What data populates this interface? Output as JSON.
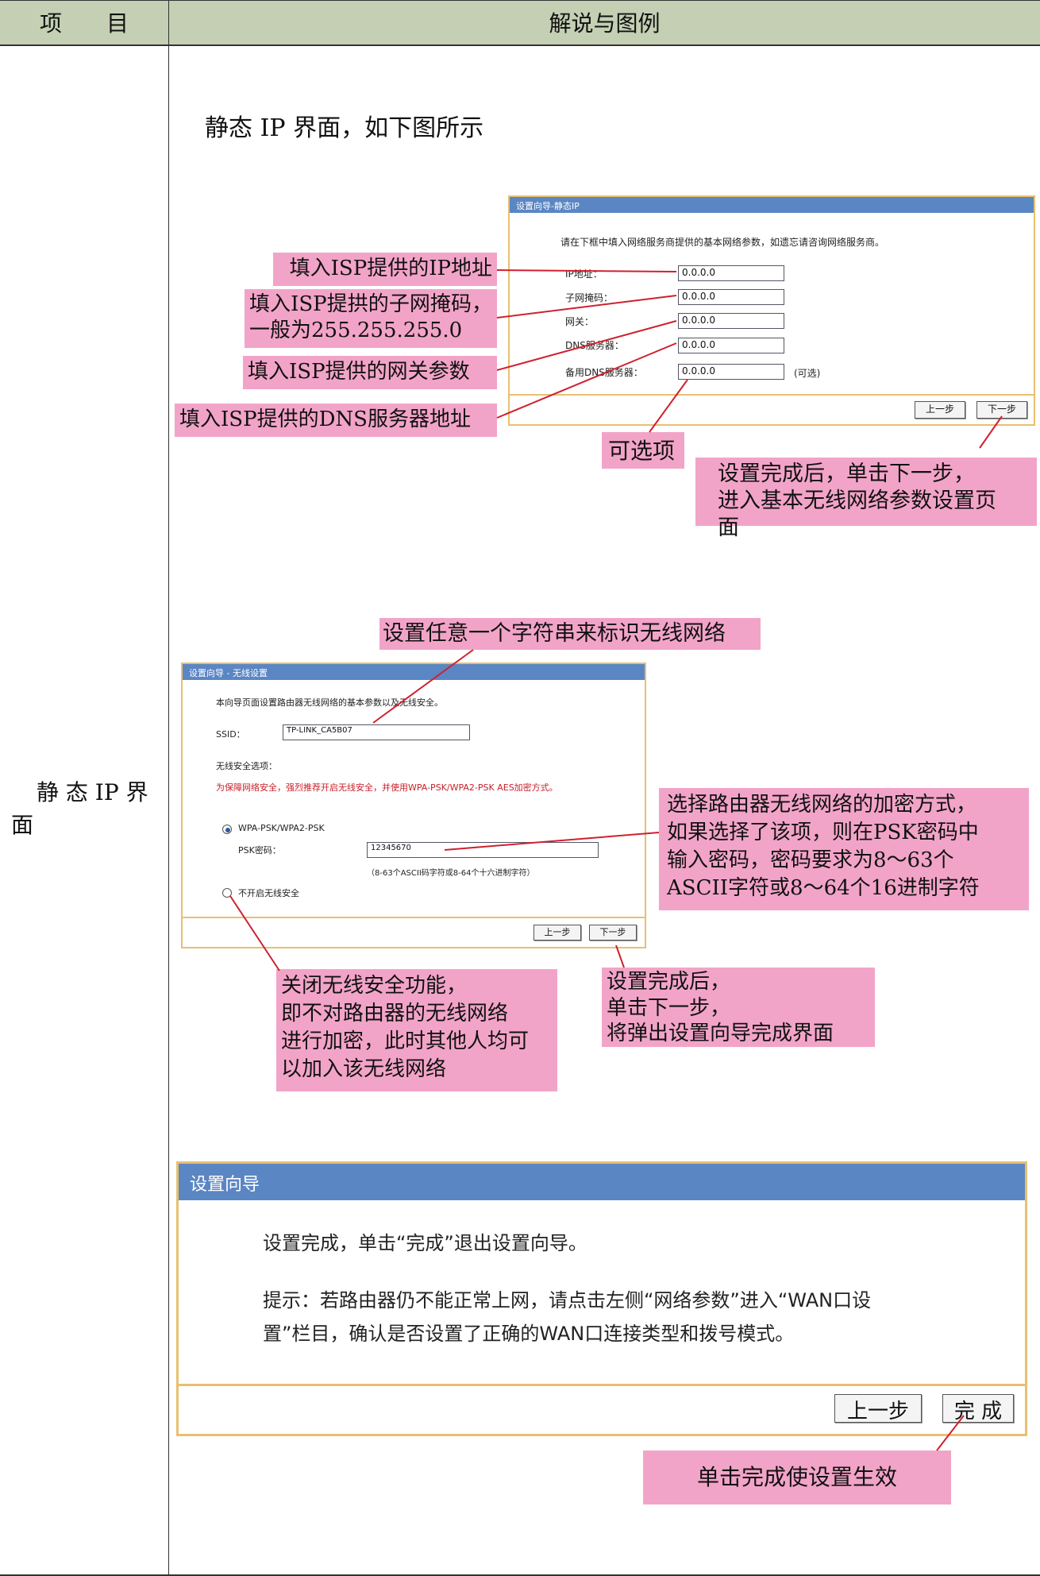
{
  "header": {
    "col1": "项　　目",
    "col2": "解说与图例"
  },
  "row_label": "静 态 IP 界面",
  "intro": "静态 IP 界面，如下图所示",
  "panel1": {
    "title": "设置向导-静态IP",
    "desc": "请在下框中填入网络服务商提供的基本网络参数，如遗忘请咨询网络服务商。",
    "fields": [
      {
        "label": "IP地址：",
        "value": "0.0.0.0"
      },
      {
        "label": "子网掩码：",
        "value": "0.0.0.0"
      },
      {
        "label": "网关：",
        "value": "0.0.0.0"
      },
      {
        "label": "DNS服务器：",
        "value": "0.0.0.0"
      },
      {
        "label": "备用DNS服务器：",
        "value": "0.0.0.0"
      }
    ],
    "optional": "(可选)",
    "prev": "上一步",
    "next": "下一步"
  },
  "notes1": {
    "ip": "填入ISP提供的IP地址",
    "mask": "填入ISP提拱的子网掩码，一般为255.255.255.0",
    "gateway": "填入ISP提供的网关参数",
    "dns": "填入ISP提供的DNS服务器地址",
    "optional": "可选项",
    "done1": "设置完成后，单击下一步，",
    "done2": "进入基本无线网络参数设置页面"
  },
  "panel2": {
    "title": "设置向导 - 无线设置",
    "desc": "本向导页面设置路由器无线网络的基本参数以及无线安全。",
    "ssid_label": "SSID：",
    "ssid_value": "TP-LINK_CA5B07",
    "sec_title": "无线安全选项：",
    "warning": "为保障网络安全，强烈推荐开启无线安全，并使用WPA-PSK/WPA2-PSK AES加密方式。",
    "opt_wpa": "WPA-PSK/WPA2-PSK",
    "psk_label": "PSK密码：",
    "psk_value": "12345670",
    "psk_hint": "（8-63个ASCII码字符或8-64个十六进制字符）",
    "opt_none": "不开启无线安全",
    "prev": "上一步",
    "next": "下一步"
  },
  "notes2": {
    "ssid": "设置任意一个字符串来标识无线网络",
    "enc1": "选择路由器无线网络的加密方式，",
    "enc2": "如果选择了该项，则在PSK密码中",
    "enc3": "输入密码，密码要求为8～63个",
    "enc4": "ASCII字符或8～64个16进制字符",
    "off1": "关闭无线安全功能，",
    "off2": "即不对路由器的无线网络",
    "off3": "进行加密，此时其他人均可",
    "off4": "以加入该无线网络",
    "next1": "设置完成后，",
    "next2": "单击下一步，",
    "next3": "将弹出设置向导完成界面"
  },
  "panel3": {
    "title": "设置向导",
    "line1": "设置完成，单击“完成”退出设置向导。",
    "line2": "提示：若路由器仍不能正常上网，请点击左侧“网络参数”进入“WAN口设",
    "line3": "置”栏目，确认是否设置了正确的WAN口连接类型和拨号模式。",
    "prev": "上一步",
    "finish": "完 成"
  },
  "notes3": {
    "finish": "单击完成使设置生效"
  }
}
